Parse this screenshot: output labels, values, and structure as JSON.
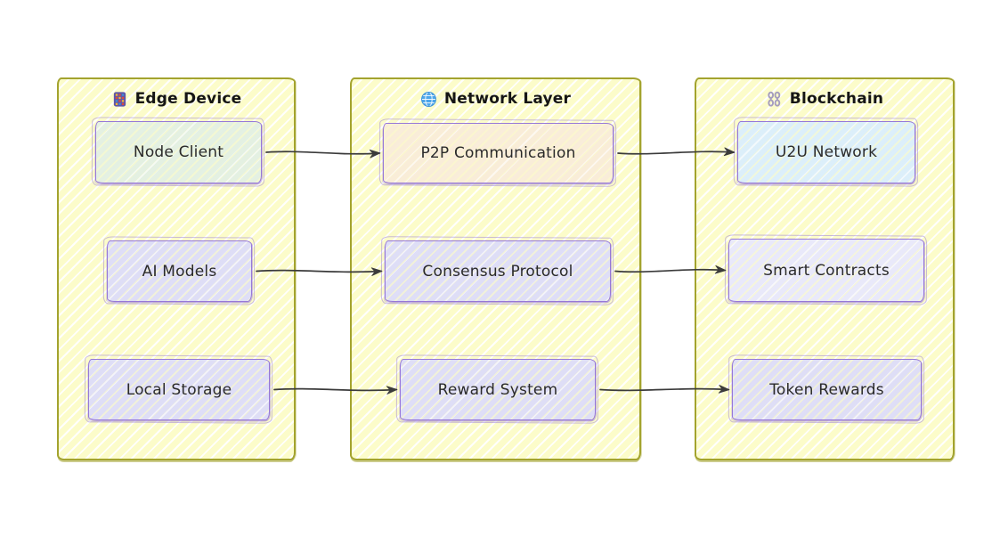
{
  "diagram": {
    "groups": [
      {
        "id": "edge-device",
        "label": "Edge Device",
        "icon": "keypad-icon"
      },
      {
        "id": "network-layer",
        "label": "Network Layer",
        "icon": "globe-icon"
      },
      {
        "id": "blockchain",
        "label": "Blockchain",
        "icon": "chains-icon"
      }
    ],
    "nodes": [
      {
        "id": "node-client",
        "label": "Node Client",
        "group": "edge-device",
        "fill": "#e3f0e3"
      },
      {
        "id": "p2p-communication",
        "label": "P2P Communication",
        "group": "network-layer",
        "fill": "#f9ecd9"
      },
      {
        "id": "u2u-network",
        "label": "U2U Network",
        "group": "blockchain",
        "fill": "#daeefc"
      },
      {
        "id": "ai-models",
        "label": "AI Models",
        "group": "edge-device",
        "fill": "#dddcf8"
      },
      {
        "id": "consensus-protocol",
        "label": "Consensus Protocol",
        "group": "network-layer",
        "fill": "#dddcf8"
      },
      {
        "id": "smart-contracts",
        "label": "Smart Contracts",
        "group": "blockchain",
        "fill": "#e8e8fc"
      },
      {
        "id": "local-storage",
        "label": "Local Storage",
        "group": "edge-device",
        "fill": "#dddcf8"
      },
      {
        "id": "reward-system",
        "label": "Reward System",
        "group": "network-layer",
        "fill": "#dddcf8"
      },
      {
        "id": "token-rewards",
        "label": "Token Rewards",
        "group": "blockchain",
        "fill": "#dddcf8"
      }
    ],
    "edges": [
      {
        "from": "node-client",
        "to": "p2p-communication"
      },
      {
        "from": "p2p-communication",
        "to": "u2u-network"
      },
      {
        "from": "ai-models",
        "to": "consensus-protocol"
      },
      {
        "from": "consensus-protocol",
        "to": "smart-contracts"
      },
      {
        "from": "local-storage",
        "to": "reward-system"
      },
      {
        "from": "reward-system",
        "to": "token-rewards"
      }
    ],
    "colors": {
      "container_fill": "#fcfcca",
      "container_border": "#a3a32e",
      "node_border": "#9678d8",
      "arrow": "#3b3b3b",
      "text": "#2a2a2a"
    }
  }
}
